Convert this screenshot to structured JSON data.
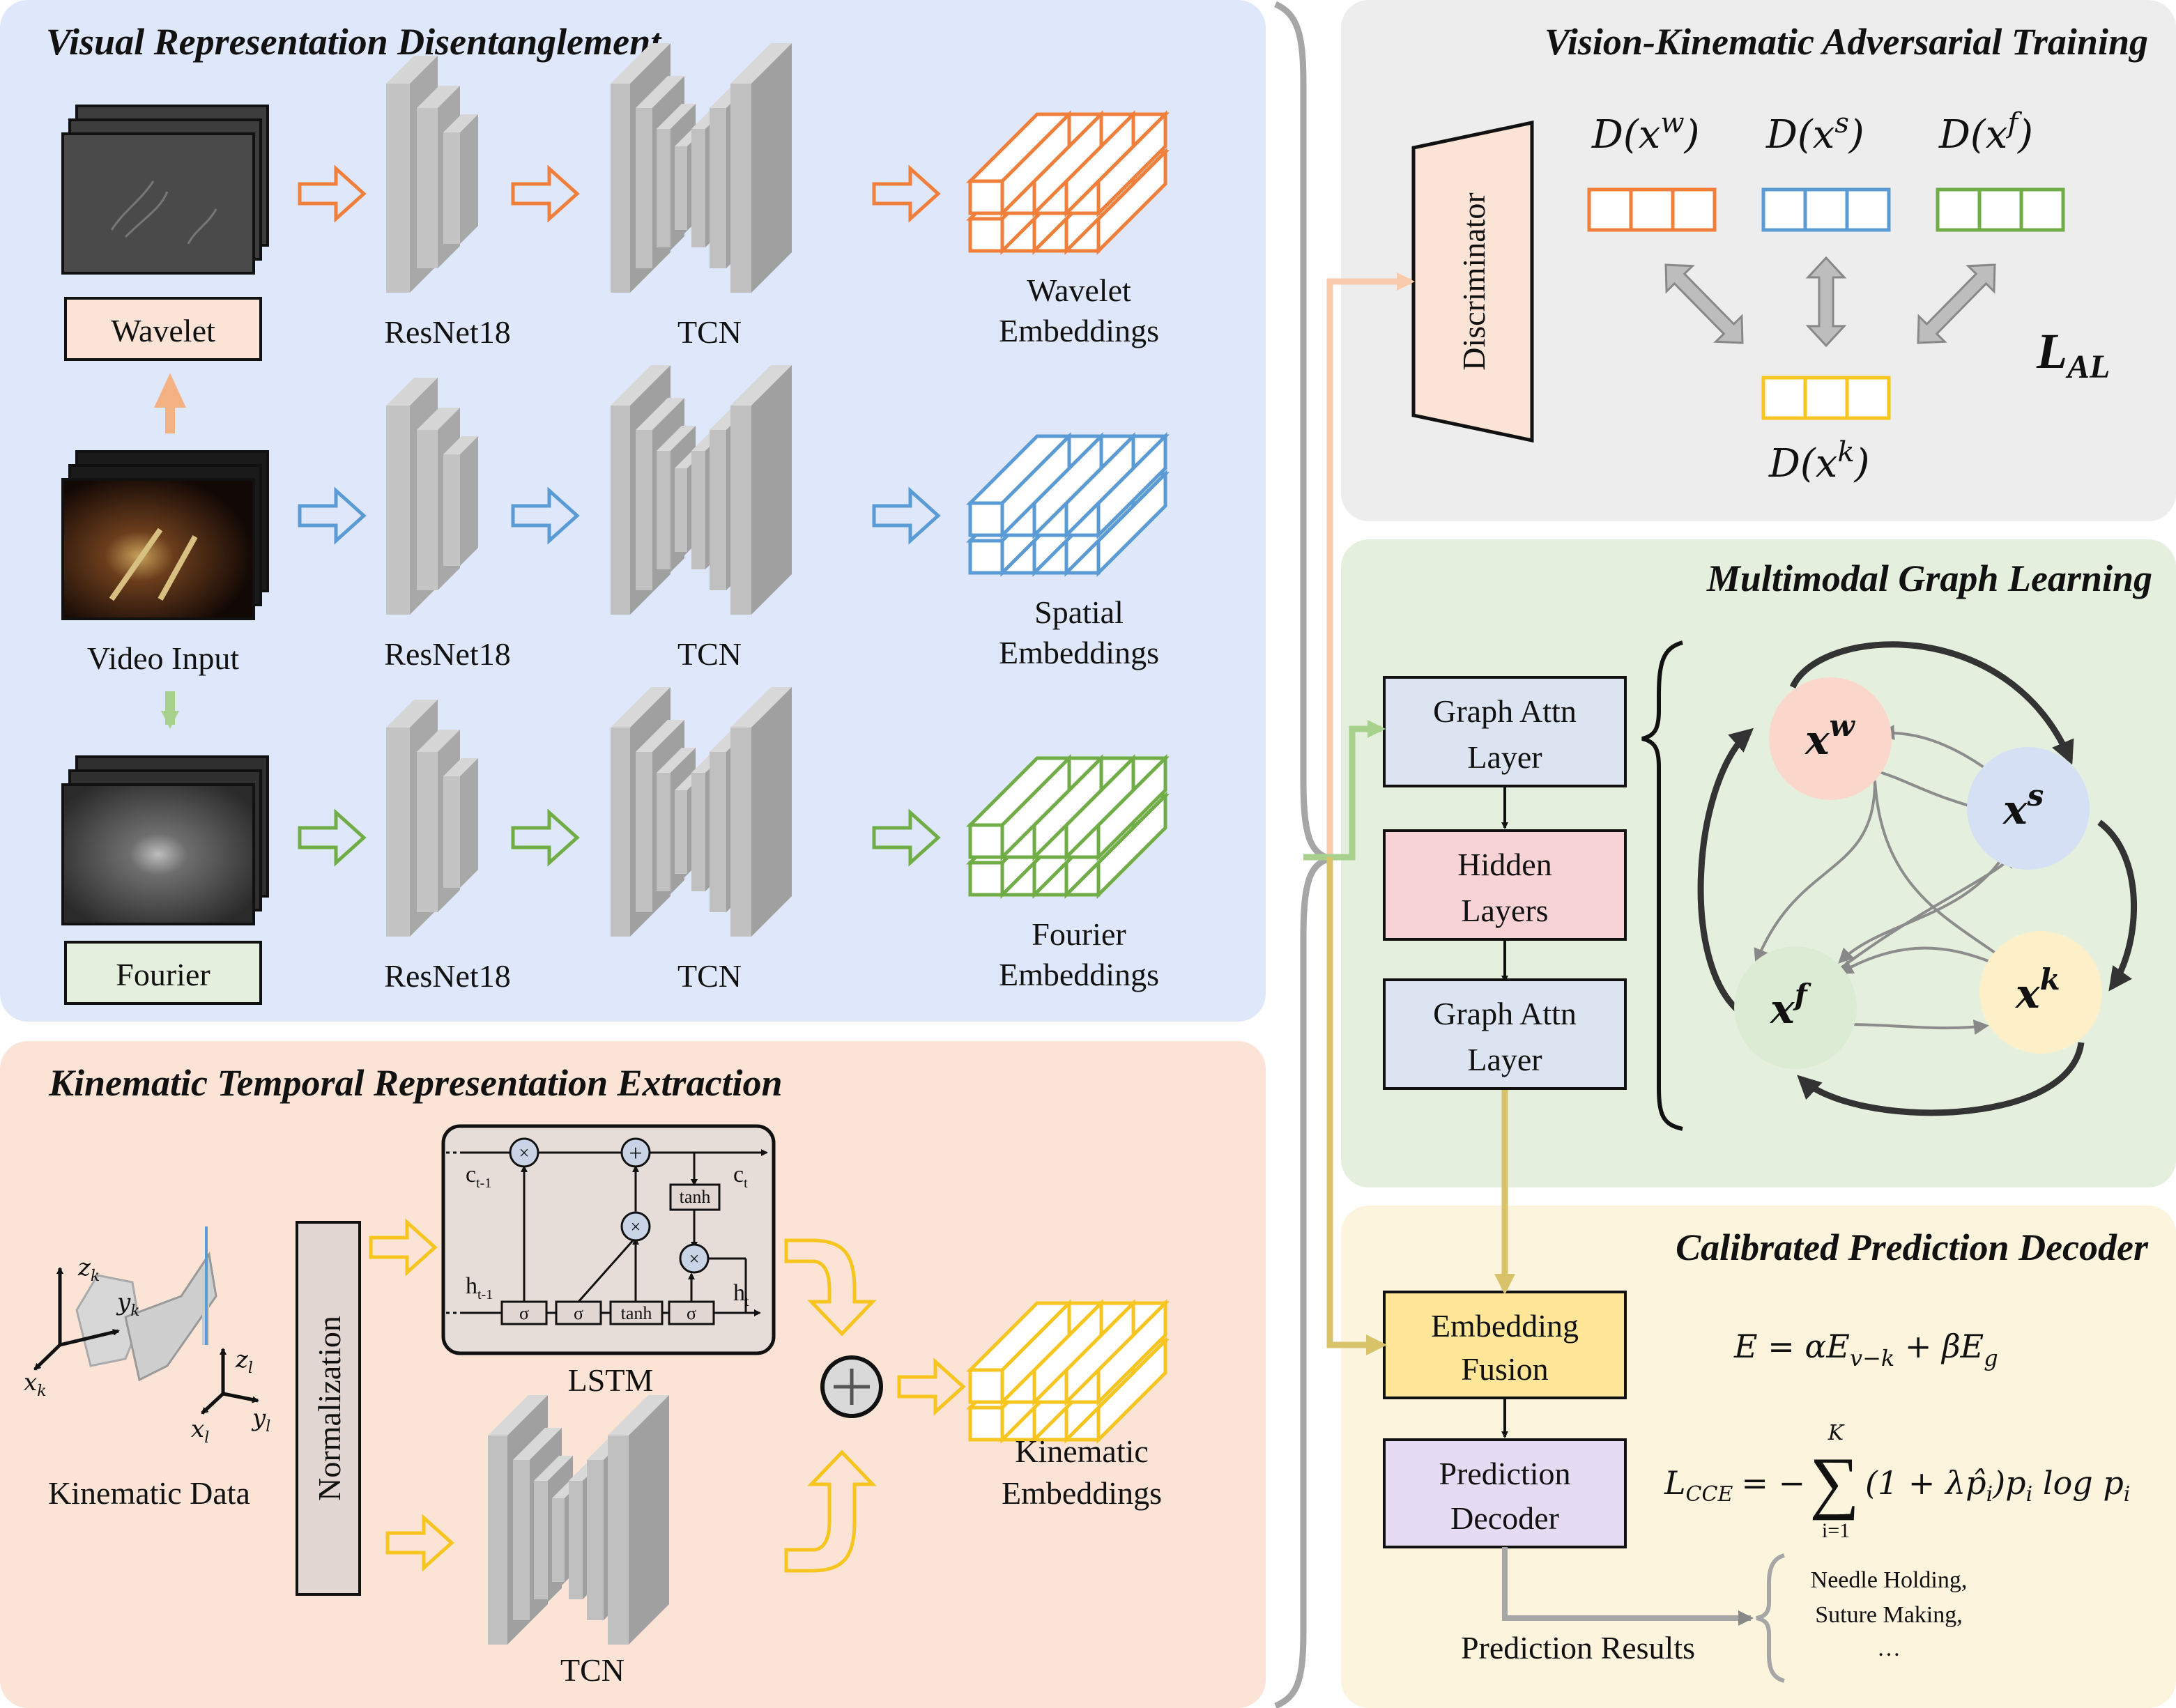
{
  "colors": {
    "wavelet": "#f07f3c",
    "spatial": "#5b9bd5",
    "fourier": "#70ad47",
    "kinematic": "#f7c520",
    "visual_bg": "#dfe7fa",
    "kinematic_bg": "#fbe3d6",
    "adversarial_bg": "#ededed",
    "graph_bg": "#e4f0dd",
    "decoder_bg": "#fdf4dd"
  },
  "visual": {
    "title": "Visual Representation Disentanglement",
    "wavelet_label": "Wavelet",
    "video_label": "Video Input",
    "fourier_label": "Fourier",
    "rows": [
      {
        "backbone": "ResNet18",
        "temporal": "TCN",
        "emb_line1": "Wavelet",
        "emb_line2": "Embeddings"
      },
      {
        "backbone": "ResNet18",
        "temporal": "TCN",
        "emb_line1": "Spatial",
        "emb_line2": "Embeddings"
      },
      {
        "backbone": "ResNet18",
        "temporal": "TCN",
        "emb_line1": "Fourier",
        "emb_line2": "Embeddings"
      }
    ]
  },
  "kinematic": {
    "title": "Kinematic Temporal Representation Extraction",
    "data_label": "Kinematic Data",
    "axes": [
      "z",
      "k",
      "y",
      "k",
      "x",
      "k",
      "z",
      "l",
      "x",
      "l",
      "y",
      "l"
    ],
    "normalization": "Normalization",
    "lstm": {
      "label": "LSTM",
      "c_prev": "c",
      "c_prev_sub": "t-1",
      "c_next": "c",
      "c_next_sub": "t",
      "h_prev": "h",
      "h_prev_sub": "t-1",
      "h_next": "h",
      "h_next_sub": "t",
      "gates": [
        "σ",
        "σ",
        "tanh",
        "σ"
      ],
      "tanh_top": "tanh",
      "mult": "×",
      "add": "+"
    },
    "tcn_label": "TCN",
    "emb_line1": "Kinematic",
    "emb_line2": "Embeddings"
  },
  "adversarial": {
    "title": "Vision-Kinematic Adversarial Training",
    "discriminator": "Discriminator",
    "d_prefix": "D",
    "terms": [
      {
        "sup": "w"
      },
      {
        "sup": "s"
      },
      {
        "sup": "f"
      },
      {
        "sup": "k"
      }
    ],
    "loss_main": "L",
    "loss_sub": "AL"
  },
  "graph": {
    "title": "Multimodal Graph Learning",
    "layers": [
      "Graph Attn",
      "Layer",
      "Hidden",
      "Layers",
      "Graph Attn",
      "Layer"
    ],
    "nodes": [
      "w",
      "s",
      "f",
      "k"
    ],
    "node_base": "x"
  },
  "decoder": {
    "title": "Calibrated Prediction Decoder",
    "fusion_line1": "Embedding",
    "fusion_line2": "Fusion",
    "decoder_line1": "Prediction",
    "decoder_line2": "Decoder",
    "eq_fusion": "E = αE",
    "eq_fusion_sub1": "v−k",
    "eq_fusion_mid": " + βE",
    "eq_fusion_sub2": "g",
    "eq_loss_lhs": "L",
    "eq_loss_lhs_sub": "CCE",
    "eq_loss_eq": "= −",
    "eq_sum_top": "K",
    "eq_sum_bottom": "i=1",
    "eq_loss_rhs": "(1 + λp̂",
    "eq_loss_rhs2": ")p",
    "eq_loss_rhs3": " log p",
    "eq_i": "i",
    "results_label": "Prediction Results",
    "results": [
      "Needle Holding,",
      "Suture Making,",
      "…"
    ]
  }
}
